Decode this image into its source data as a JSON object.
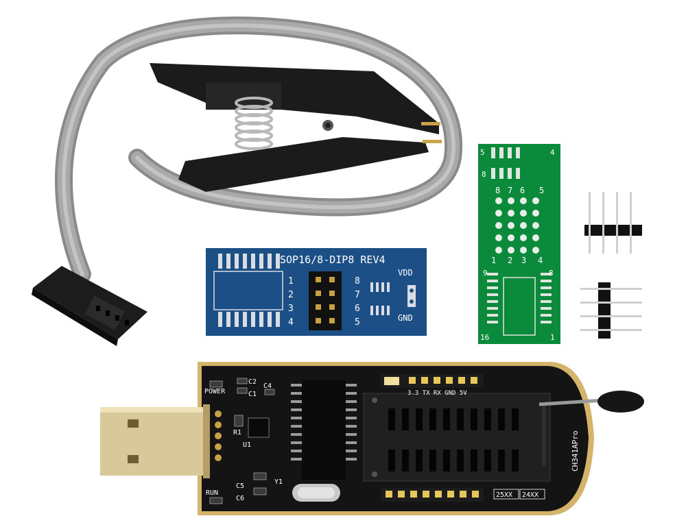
{
  "sop_board": {
    "title": "SOP16/8-DIP8 REV4",
    "left_pins": [
      "1",
      "2",
      "3",
      "4"
    ],
    "right_pins": [
      "8",
      "7",
      "6",
      "5"
    ],
    "vdd_label": "VDD",
    "gnd_label": "GND",
    "color": "#1c4f86"
  },
  "green_board": {
    "top_left": "5",
    "top_right": "4",
    "upper_left_pin": "8",
    "row_top": [
      "8",
      "7",
      "6",
      "5"
    ],
    "row_bottom": [
      "1",
      "2",
      "3",
      "4"
    ],
    "mid_left": "9",
    "mid_right": "8",
    "bottom_left": "16",
    "bottom_right": "1",
    "color": "#0c8a3c"
  },
  "programmer": {
    "power_label": "POWER",
    "run_label": "RUN",
    "c2": "C2",
    "c1": "C1",
    "c4": "C4",
    "r1": "R1",
    "u1": "U1",
    "c5": "C5",
    "c6": "C6",
    "y1": "Y1",
    "header_labels": "3.3 TX RX GND 5V",
    "brand_text": "CH341APro",
    "eeprom_25": "25XX",
    "eeprom_24": "24XX",
    "board_color": "#141414",
    "trim_color": "#d4b36a"
  }
}
